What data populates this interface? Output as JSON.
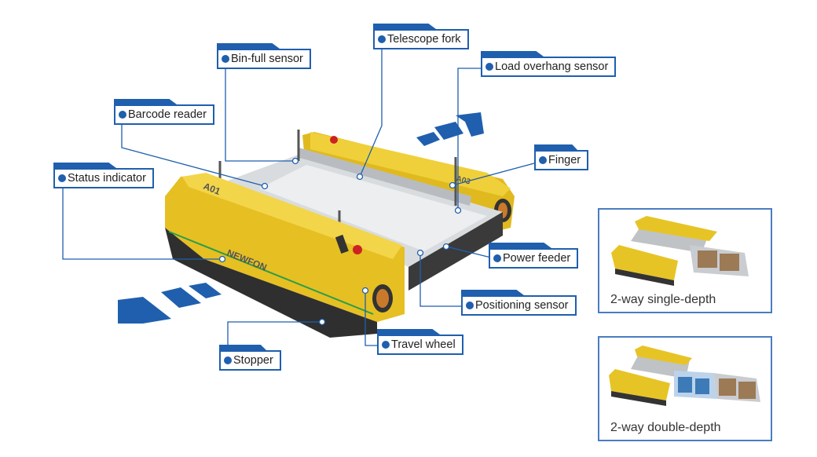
{
  "brand_text": "NEWFON",
  "body_codes": [
    "A01",
    "A03"
  ],
  "callouts": {
    "telescope_fork": "Telescope fork",
    "bin_full_sensor": "Bin-full sensor",
    "load_overhang_sensor": "Load overhang sensor",
    "barcode_reader": "Barcode reader",
    "finger": "Finger",
    "status_indicator": "Status indicator",
    "power_feeder": "Power feeder",
    "positioning_sensor": "Positioning sensor",
    "travel_wheel": "Travel wheel",
    "stopper": "Stopper"
  },
  "panels": [
    {
      "caption": "2-way single-depth"
    },
    {
      "caption": "2-way double-depth"
    }
  ],
  "colors": {
    "accent": "#1f5fae",
    "body": "#e8c42a",
    "panel_border": "#4a7cc0"
  }
}
